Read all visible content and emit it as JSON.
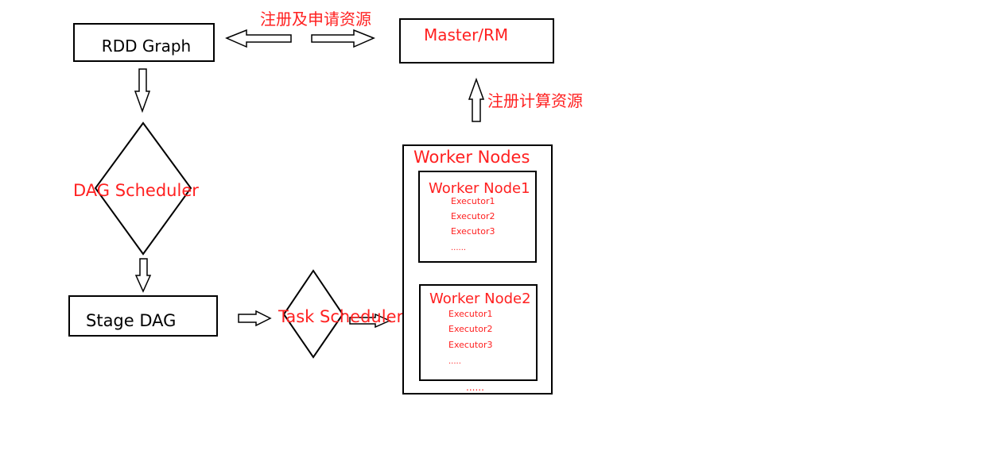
{
  "colors": {
    "label": "#ff2020",
    "stroke": "#000000"
  },
  "nodes": {
    "rdd_graph": "RDD Graph",
    "master": "Master/RM",
    "dag_scheduler": "DAG Scheduler",
    "stage_dag": "Stage DAG",
    "task_scheduler": "Task Scheduler",
    "worker_nodes": "Worker Nodes",
    "worker1": {
      "title": "Worker Node1",
      "items": [
        "Executor1",
        "Executor2",
        "Executor3",
        "......"
      ]
    },
    "worker2": {
      "title": "Worker Node2",
      "items": [
        "Executor1",
        "Executor2",
        "Executor3",
        "....."
      ]
    },
    "more_workers": "......"
  },
  "edges": {
    "register_request": "注册及申请资源",
    "register_compute": "注册计算资源"
  }
}
